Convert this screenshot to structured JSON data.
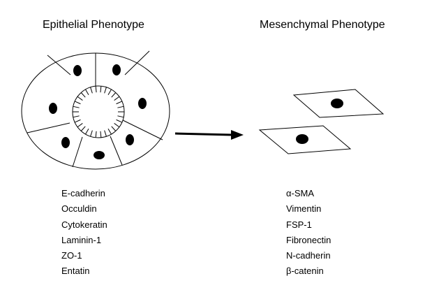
{
  "epithelial": {
    "title": "Epithelial Phenotype",
    "markers": [
      "E-cadherin",
      "Occuldin",
      "Cytokeratin",
      "Laminin-1",
      "ZO-1",
      "Entatin"
    ]
  },
  "mesenchymal": {
    "title": "Mesenchymal Phenotype",
    "markers": [
      "α-SMA",
      "Vimentin",
      "FSP-1",
      "Fibronectin",
      "N-cadherin",
      "β-catenin"
    ]
  },
  "colors": {
    "ink": "#000000",
    "background": "#ffffff"
  }
}
